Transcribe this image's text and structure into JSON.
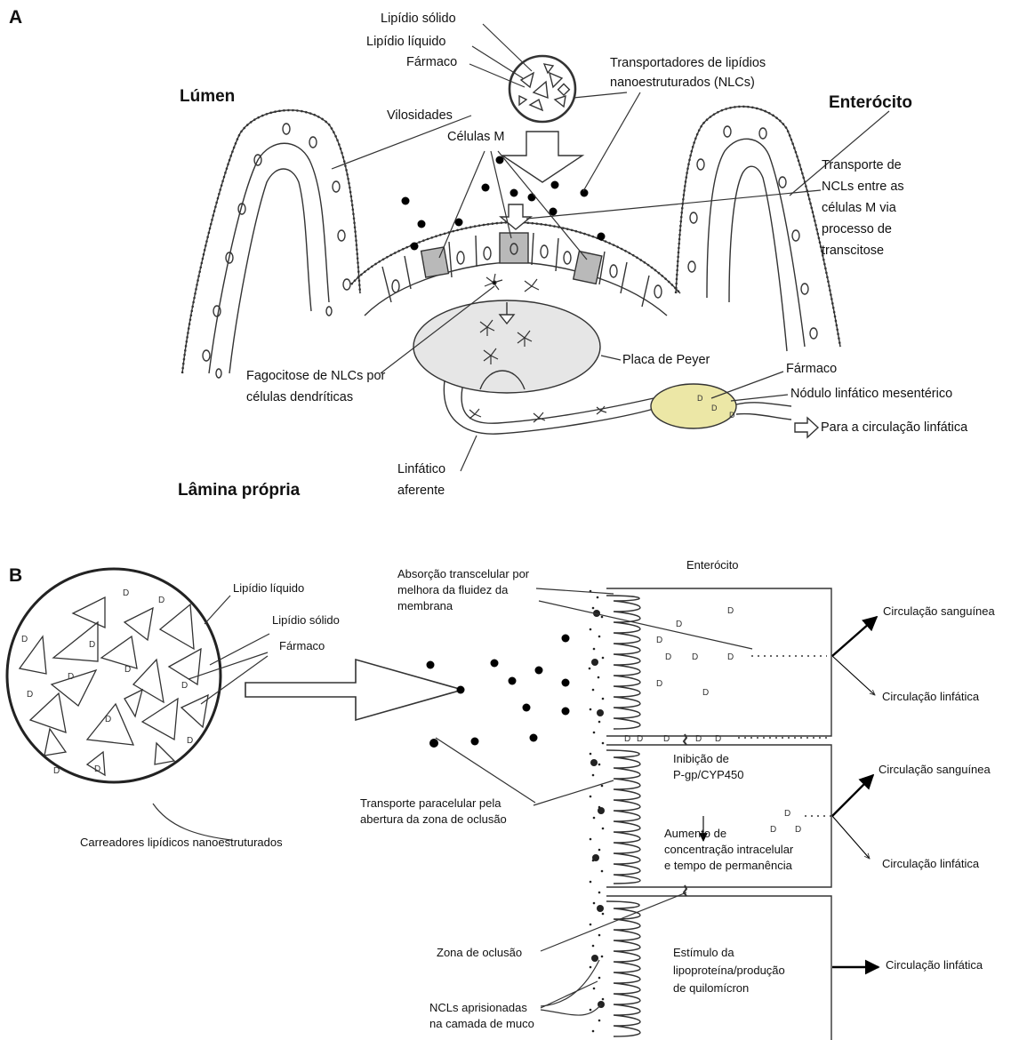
{
  "panels": {
    "a": "A",
    "b": "B"
  },
  "panel_a": {
    "lumen": "Lúmen",
    "enterocyte": "Enterócito",
    "lamina": "Lâmina própria",
    "lipid_solid": "Lipídio sólido",
    "lipid_liquid": "Lipídio líquido",
    "drug": "Fármaco",
    "nlc_1": "Transportadores de lipídios",
    "nlc_2": "nanoestruturados (NLCs)",
    "villi": "Vilosidades",
    "m_cells": "Células M",
    "transcytosis_1": "Transporte de",
    "transcytosis_2": "NCLs entre as",
    "transcytosis_3": "células M via",
    "transcytosis_4": "processo de",
    "transcytosis_5": "transcitose",
    "peyer": "Placa de Peyer",
    "phago_1": "Fagocitose de NLCs por",
    "phago_2": "células dendríticas",
    "drug_2": "Fármaco",
    "node": "Nódulo linfático mesentérico",
    "circulation": "Para a circulação linfática",
    "afferent_1": "Linfático",
    "afferent_2": "aferente"
  },
  "panel_b": {
    "enterocyte": "Enterócito",
    "lipid_liquid": "Lipídio líquido",
    "lipid_solid": "Lipídio sólido",
    "drug": "Fármaco",
    "carriers": "Carreadores lipídicos nanoestruturados",
    "transcellular_1": "Absorção transcelular por",
    "transcellular_2": "melhora da fluidez da",
    "transcellular_3": "membrana",
    "paracellular_1": "Transporte paracelular pela",
    "paracellular_2": "abertura da zona de oclusão",
    "inhibition_1": "Inibição de",
    "inhibition_2": "P-gp/CYP450",
    "increase_1": "Aumento de",
    "increase_2": "concentração intracelular",
    "increase_3": "e tempo de permanência",
    "tight_junction": "Zona de oclusão",
    "trapped_1": "NCLs aprisionadas",
    "trapped_2": "na camada de muco",
    "stimulus_1": "Estímulo da",
    "stimulus_2": "lipoproteína/produção",
    "stimulus_3": "de quilomícron",
    "blood_1": "Circulação sanguínea",
    "lymph_1": "Circulação linfática",
    "blood_2": "Circulação sanguínea",
    "lymph_2": "Circulação linfática",
    "lymph_3": "Circulação linfática",
    "drug_letter": "D"
  },
  "colors": {
    "stroke": "#333333",
    "m_cell": "#b9b9b9",
    "peyer": "#e6e6e6",
    "node": "#ece7a6",
    "text": "#111111"
  }
}
